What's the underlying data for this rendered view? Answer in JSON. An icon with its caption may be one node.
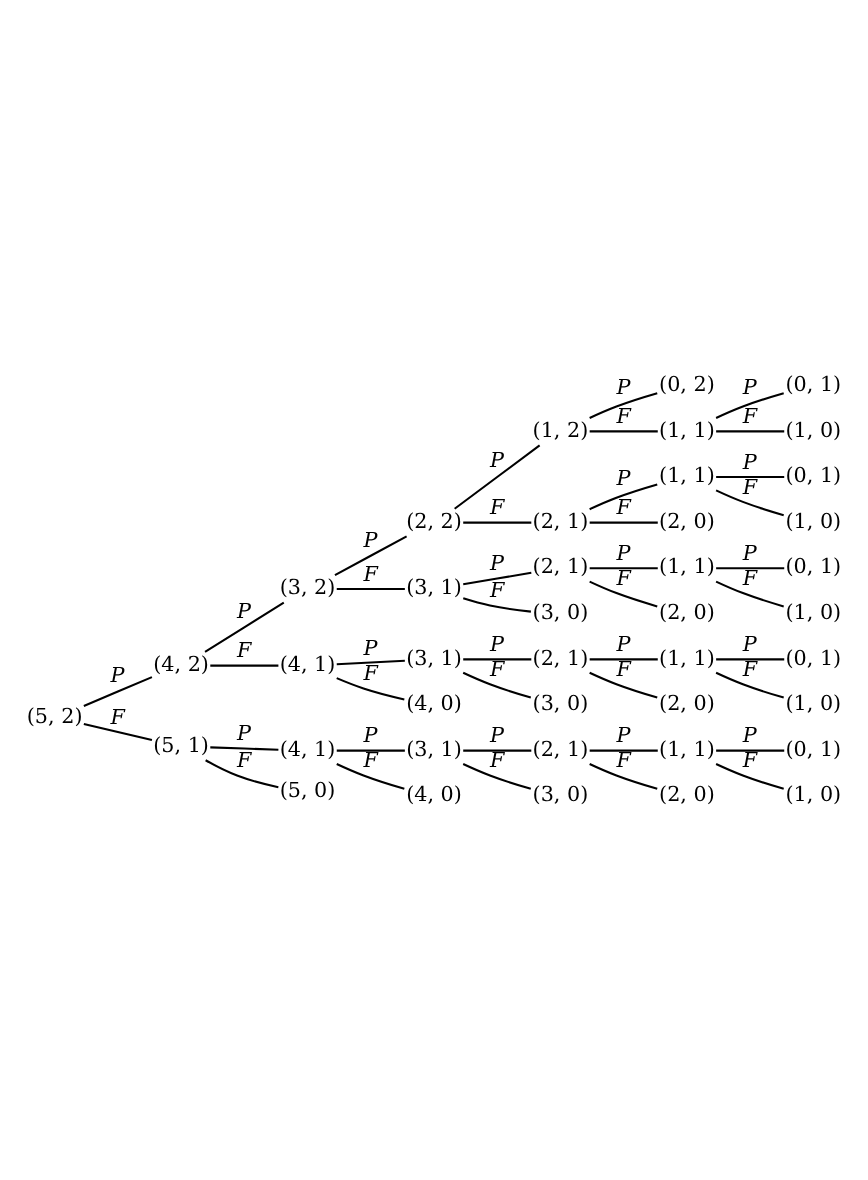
{
  "diagram": {
    "nodes": [
      {
        "text": [
          "(5, 2)"
        ]
      },
      {
        "text": [
          "(4, 2)"
        ]
      },
      {
        "text": [
          "(3, 2)"
        ]
      },
      {
        "text": [
          "(2, 2)"
        ]
      },
      {
        "text": [
          "(1, 2)"
        ]
      },
      {
        "text": [
          "(0, 2)"
        ]
      },
      {
        "text": [
          "(1, 1)"
        ]
      },
      {
        "text": [
          "(0, 1)"
        ]
      },
      {
        "text": [
          "(1, 0)"
        ]
      },
      {
        "text": [
          "(2, 1)"
        ]
      },
      {
        "text": [
          "(1, 1)"
        ]
      },
      {
        "text": [
          "(0, 1)"
        ]
      },
      {
        "text": [
          "(1, 0)"
        ]
      },
      {
        "text": [
          "(2, 0)"
        ]
      },
      {
        "text": [
          "(3, 1)"
        ]
      },
      {
        "text": [
          "(2, 1)"
        ]
      },
      {
        "text": [
          "(1, 1)"
        ]
      },
      {
        "text": [
          "(0, 1)"
        ]
      },
      {
        "text": [
          "(1, 0)"
        ]
      },
      {
        "text": [
          "(2, 0)"
        ]
      },
      {
        "text": [
          "(3, 0)"
        ]
      },
      {
        "text": [
          "(4, 1)"
        ]
      },
      {
        "text": [
          "(3, 1)"
        ]
      },
      {
        "text": [
          "(2, 1)"
        ]
      },
      {
        "text": [
          "(1, 1)"
        ]
      },
      {
        "text": [
          "(0, 1)"
        ]
      },
      {
        "text": [
          "(1, 0)"
        ]
      },
      {
        "text": [
          "(2, 0)"
        ]
      },
      {
        "text": [
          "(3, 0)"
        ]
      },
      {
        "text": [
          "(4, 0)"
        ]
      },
      {
        "text": [
          "(5, 1)"
        ]
      },
      {
        "text": [
          "(4, 1)"
        ]
      },
      {
        "text": [
          "(3, 1)"
        ]
      },
      {
        "text": [
          "(2, 1)"
        ]
      },
      {
        "text": [
          "(1, 1)"
        ]
      },
      {
        "text": [
          "(0, 1)"
        ]
      },
      {
        "text": [
          "(1, 0)"
        ]
      },
      {
        "text": [
          "(2, 0)"
        ]
      },
      {
        "text": [
          "(3, 0)"
        ]
      },
      {
        "text": [
          "(4, 0)"
        ]
      },
      {
        "text": [
          "(5, 0)"
        ]
      }
    ],
    "edges": [
      {
        "from": 0,
        "to": 1,
        "arrow": "none",
        "label": "P"
      },
      {
        "from": 0,
        "to": 30,
        "arrow": "none",
        "label": "F"
      },
      {
        "from": 1,
        "to": 2,
        "arrow": "none",
        "label": "P"
      },
      {
        "from": 1,
        "to": 21,
        "arrow": "none",
        "label": "F"
      },
      {
        "from": 2,
        "to": 3,
        "arrow": "none",
        "label": "P"
      },
      {
        "from": 2,
        "to": 14,
        "arrow": "none",
        "label": "F"
      },
      {
        "from": 3,
        "to": 4,
        "arrow": "none",
        "label": "P"
      },
      {
        "from": 3,
        "to": 9,
        "arrow": "none",
        "label": "F"
      },
      {
        "from": 4,
        "to": 5,
        "arrow": "none",
        "label": "P"
      },
      {
        "from": 4,
        "to": 6,
        "arrow": "none",
        "label": "F"
      },
      {
        "from": 6,
        "to": 7,
        "arrow": "none",
        "label": "P"
      },
      {
        "from": 6,
        "to": 8,
        "arrow": "none",
        "label": "F"
      },
      {
        "from": 9,
        "to": 10,
        "arrow": "none",
        "label": "P"
      },
      {
        "from": 9,
        "to": 13,
        "arrow": "none",
        "label": "F"
      },
      {
        "from": 10,
        "to": 11,
        "arrow": "none",
        "label": "P"
      },
      {
        "from": 10,
        "to": 12,
        "arrow": "none",
        "label": "F"
      },
      {
        "from": 14,
        "to": 15,
        "arrow": "none",
        "label": "P"
      },
      {
        "from": 14,
        "to": 20,
        "arrow": "none",
        "label": "F"
      },
      {
        "from": 15,
        "to": 16,
        "arrow": "none",
        "label": "P"
      },
      {
        "from": 15,
        "to": 19,
        "arrow": "none",
        "label": "F"
      },
      {
        "from": 16,
        "to": 17,
        "arrow": "none",
        "label": "P"
      },
      {
        "from": 16,
        "to": 18,
        "arrow": "none",
        "label": "F"
      },
      {
        "from": 21,
        "to": 22,
        "arrow": "none",
        "label": "P"
      },
      {
        "from": 21,
        "to": 29,
        "arrow": "none",
        "label": "F"
      },
      {
        "from": 22,
        "to": 23,
        "arrow": "none",
        "label": "P"
      },
      {
        "from": 22,
        "to": 28,
        "arrow": "none",
        "label": "F"
      },
      {
        "from": 23,
        "to": 24,
        "arrow": "none",
        "label": "P"
      },
      {
        "from": 23,
        "to": 27,
        "arrow": "none",
        "label": "F"
      },
      {
        "from": 24,
        "to": 25,
        "arrow": "none",
        "label": "P"
      },
      {
        "from": 24,
        "to": 26,
        "arrow": "none",
        "label": "F"
      },
      {
        "from": 30,
        "to": 31,
        "arrow": "none",
        "label": "P"
      },
      {
        "from": 30,
        "to": 40,
        "arrow": "none",
        "label": "F"
      },
      {
        "from": 31,
        "to": 32,
        "arrow": "none",
        "label": "P"
      },
      {
        "from": 31,
        "to": 39,
        "arrow": "none",
        "label": "F"
      },
      {
        "from": 32,
        "to": 33,
        "arrow": "none",
        "label": "P"
      },
      {
        "from": 32,
        "to": 38,
        "arrow": "none",
        "label": "F"
      },
      {
        "from": 33,
        "to": 34,
        "arrow": "none",
        "label": "P"
      },
      {
        "from": 33,
        "to": 37,
        "arrow": "none",
        "label": "F"
      },
      {
        "from": 34,
        "to": 35,
        "arrow": "none",
        "label": "P"
      },
      {
        "from": 34,
        "to": 36,
        "arrow": "none",
        "label": "F"
      }
    ]
  }
}
